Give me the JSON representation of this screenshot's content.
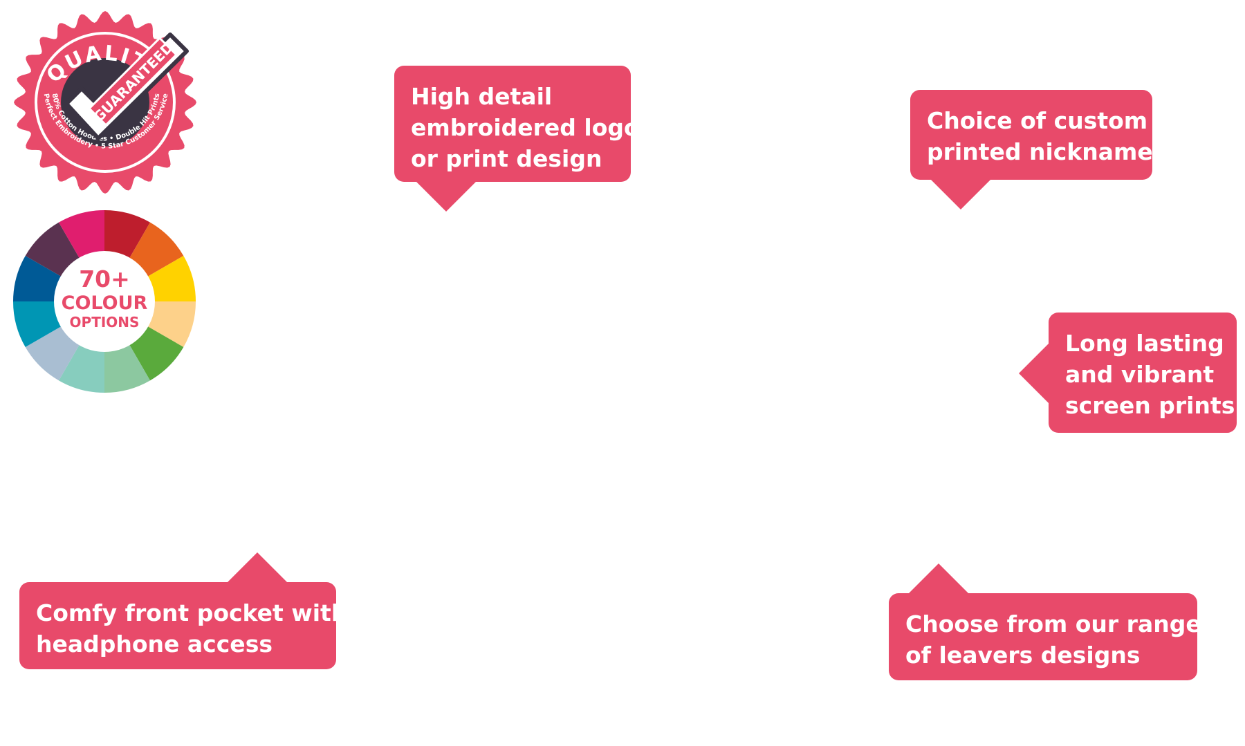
{
  "badges": {
    "quality": {
      "top_text": "QUALITY",
      "stamp_text": "GUARANTEED",
      "arc_line_1": "80% Cotton Hoodies • Double Hit Prints",
      "arc_line_2": "Perfect Embroidery • 5 Star Customer Service",
      "icon": "check-icon"
    },
    "colour": {
      "count": "70+",
      "label": "COLOUR",
      "sublabel": "OPTIONS",
      "segment_colors": [
        "#be1e2d",
        "#e8641e",
        "#ffd200",
        "#fdd18a",
        "#5aaa3c",
        "#8cc8a0",
        "#87cdbe",
        "#a9bed2",
        "#0096b4",
        "#005a96",
        "#5a3250",
        "#e01e6e"
      ]
    }
  },
  "callouts": {
    "embroidered": {
      "lines": [
        "High detail",
        "embroidered logo",
        "or print design"
      ]
    },
    "nickname": {
      "lines": [
        "Choice of custom",
        "printed nickname"
      ]
    },
    "screen_prints": {
      "lines": [
        "Long lasting",
        "and vibrant",
        "screen prints"
      ]
    },
    "pocket": {
      "lines": [
        "Comfy front pocket with",
        "headphone access"
      ]
    },
    "designs": {
      "lines": [
        "Choose from our range",
        "of leavers designs"
      ]
    }
  },
  "colors": {
    "accent": "#e84a6a",
    "dark": "#3a3443"
  }
}
